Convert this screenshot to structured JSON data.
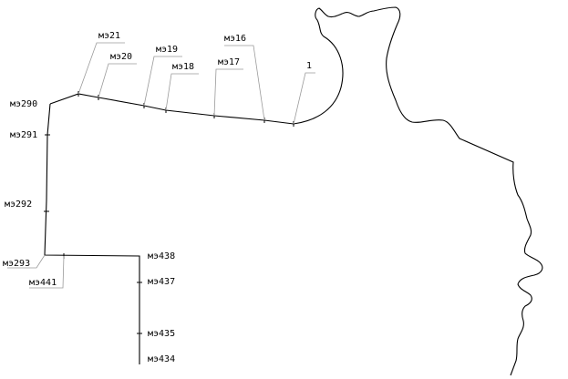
{
  "labels": {
    "mz21": "мэ21",
    "mz20": "мэ20",
    "mz19": "мэ19",
    "mz18": "мэ18",
    "mz17": "мэ17",
    "mz16": "мэ16",
    "p1": "1",
    "mz290": "мэ290",
    "mz291": "мэ291",
    "mz292": "мэ292",
    "mz293": "мэ293",
    "mz441": "мэ441",
    "mz438": "мэ438",
    "mz437": "мэ437",
    "mz435": "мэ435",
    "mz434": "мэ434"
  }
}
